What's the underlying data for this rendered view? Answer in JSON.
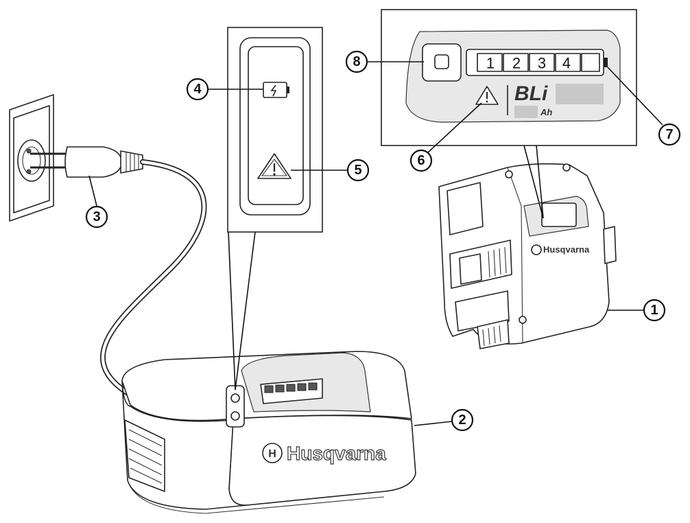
{
  "callouts": {
    "c1": "1",
    "c2": "2",
    "c3": "3",
    "c4": "4",
    "c5": "5",
    "c6": "6",
    "c7": "7",
    "c8": "8"
  },
  "charge_segments": [
    "1",
    "2",
    "3",
    "4"
  ],
  "battery_badge": {
    "series": "BLi",
    "unit": "Ah"
  },
  "brand": {
    "charger_logo": "Husqvarna",
    "battery_logo": "Husqvarna"
  },
  "icons": [
    "battery-status-icon",
    "warning-triangle-icon",
    "battery-button-icon",
    "husqvarna-crown-icon"
  ]
}
